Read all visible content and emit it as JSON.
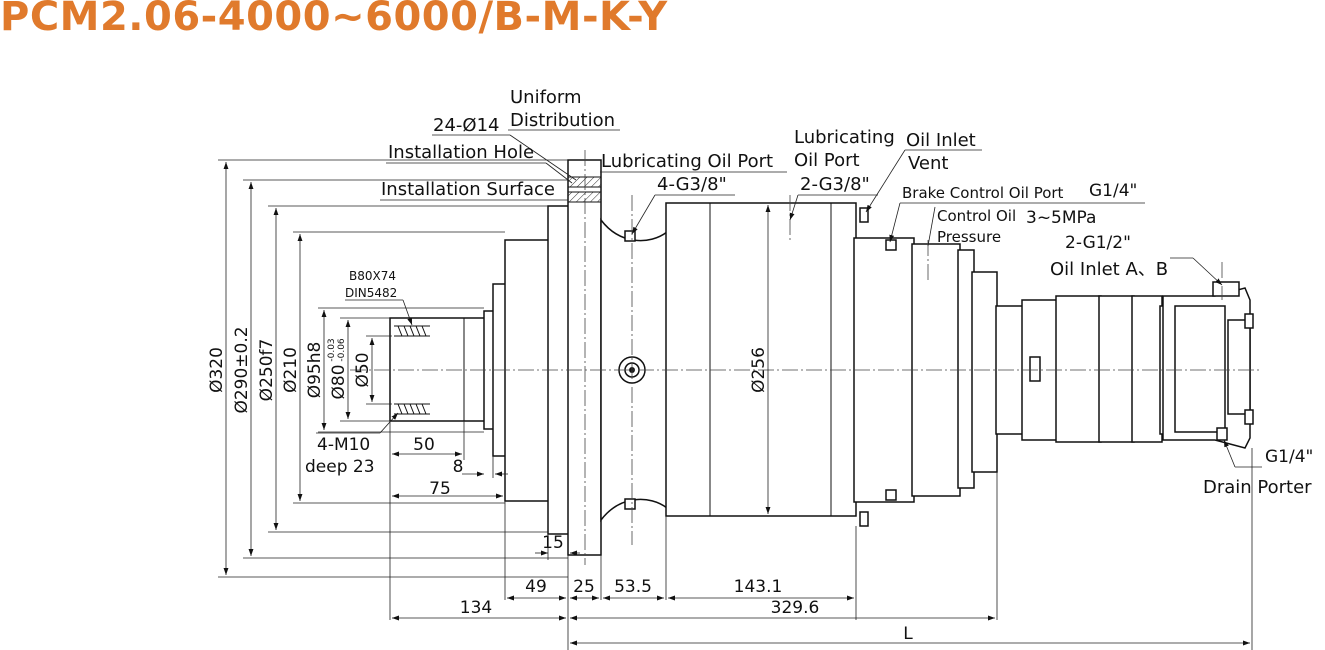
{
  "title": "PCM2.06-4000~6000/B-M-K-Y",
  "accent_color": "#e07a2c",
  "labels": {
    "uniform": "Uniform",
    "distribution": "Distribution",
    "holes": "24-Ø14",
    "installation_hole": "Installation Hole",
    "installation_surface": "Installation Surface",
    "lub_oil_port_1": "Lubricating Oil Port",
    "lub_oil_port_1_size": "4-G3/8\"",
    "lub_oil_port_2_line1": "Lubricating",
    "lub_oil_port_2_line2": "Oil Port",
    "lub_oil_port_2_size": "2-G3/8\"",
    "oil_inlet": "Oil Inlet",
    "vent": "Vent",
    "brake_control_port": "Brake Control Oil Port",
    "brake_control_size": "G1/4\"",
    "control_oil_line1": "Control Oil",
    "control_oil_line2": "Pressure",
    "control_pressure": "3~5MPa",
    "oil_inlet_ab_size": "2-G1/2\"",
    "oil_inlet_ab": "Oil Inlet A、B",
    "spline_line1": "B80X74",
    "spline_line2": "DIN5482",
    "thread": "4-M10",
    "thread_depth": "deep 23",
    "drain_size": "G1/4\"",
    "drain": "Drain Porter"
  },
  "dimensions": {
    "d320": "Ø320",
    "d290": "Ø290±0.2",
    "d250": "Ø250f7",
    "d210": "Ø210",
    "d95": "Ø95h8",
    "d80": "Ø80",
    "d80_tol_upper": "-0.03",
    "d80_tol_lower": "-0.06",
    "d50": "Ø50",
    "d256": "Ø256",
    "len_50": "50",
    "len_8": "8",
    "len_75": "75",
    "len_15": "15",
    "len_49": "49",
    "len_25": "25",
    "len_53_5": "53.5",
    "len_143_1": "143.1",
    "len_134": "134",
    "len_329_6": "329.6",
    "len_L": "L"
  }
}
